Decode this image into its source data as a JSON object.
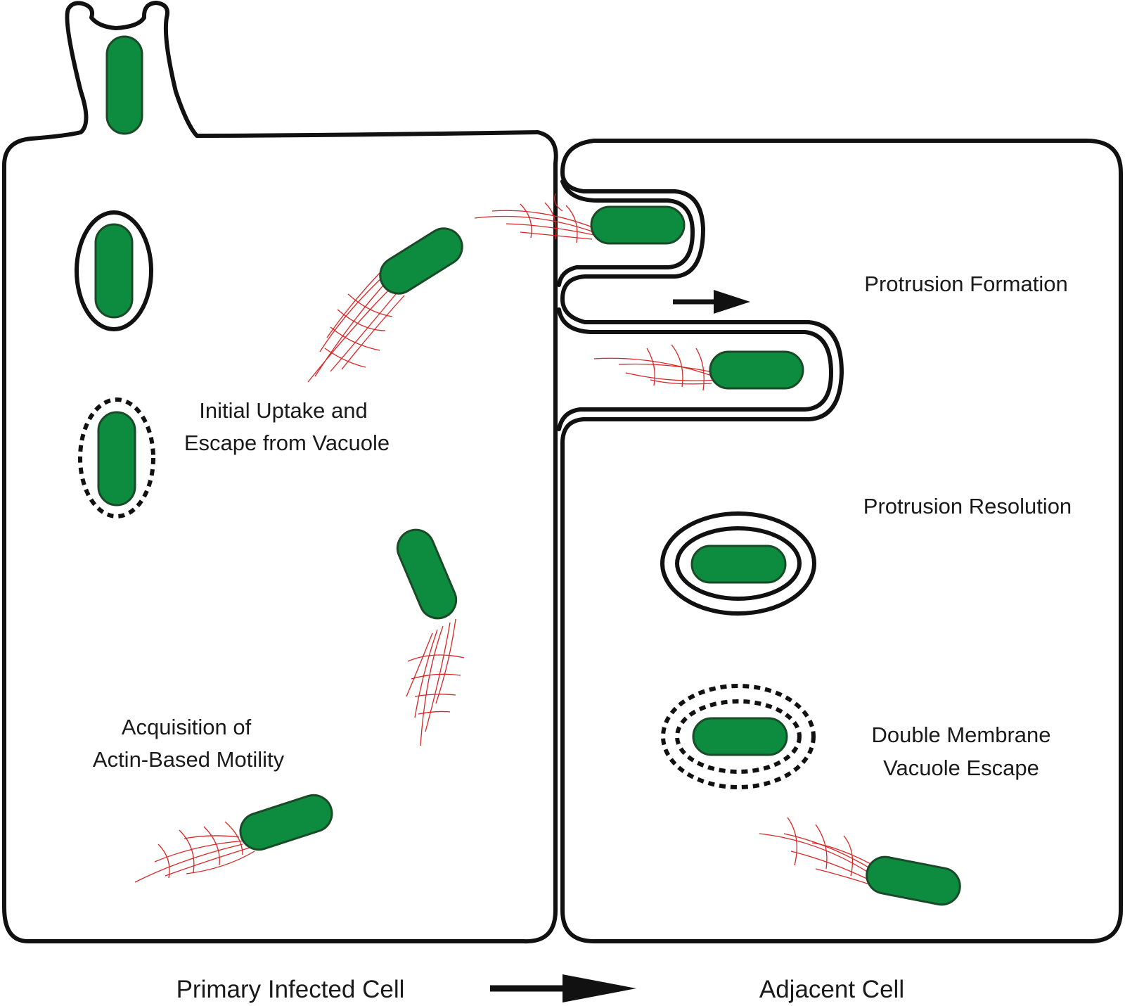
{
  "colors": {
    "bacterium_fill": "#0d8b3f",
    "bacterium_outline": "#1b4a28",
    "actin": "#d72626",
    "membrane": "#111111",
    "background": "#ffffff"
  },
  "labels": {
    "initial_uptake_line1": "Initial Uptake and",
    "initial_uptake_line2": "Escape from Vacuole",
    "acquisition_line1": "Acquisition of",
    "acquisition_line2": "Actin-Based Motility",
    "protrusion_formation": "Protrusion Formation",
    "protrusion_resolution": "Protrusion Resolution",
    "double_membrane_line1": "Double Membrane",
    "double_membrane_line2": "Vacuole Escape",
    "primary_cell": "Primary Infected Cell",
    "adjacent_cell": "Adjacent Cell"
  }
}
